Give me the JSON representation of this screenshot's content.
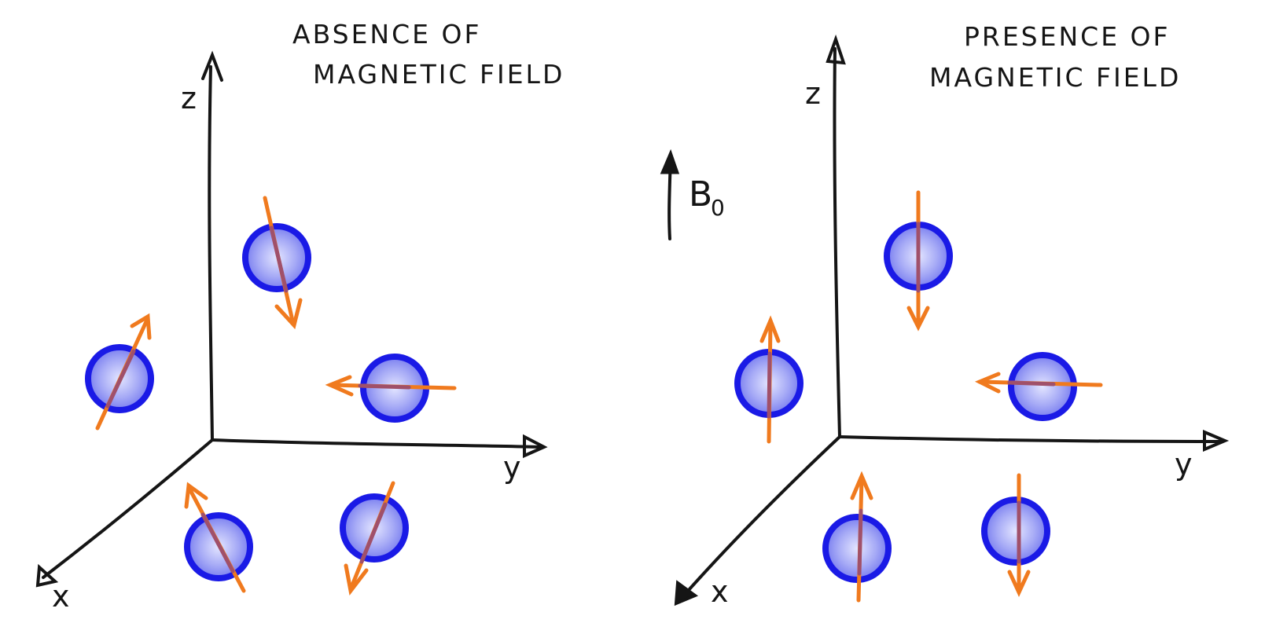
{
  "panels": [
    {
      "id": "absence",
      "title_line1": "ABSENCE OF",
      "title_line2": "MAGNETIC FIELD",
      "axes": {
        "x": "x",
        "y": "y",
        "z": "z"
      }
    },
    {
      "id": "presence",
      "title_line1": "PRESENCE OF",
      "title_line2": "MAGNETIC FIELD",
      "axes": {
        "x": "x",
        "y": "y",
        "z": "z"
      }
    }
  ],
  "field": {
    "symbol": "B",
    "subscript": "0"
  },
  "colors": {
    "ink": "#151515",
    "sphere_ring": "#1a1ae6",
    "sphere_fill": "#8e93f3",
    "arrow": "#f07a1e",
    "arrow_inner": "#a0506a"
  }
}
